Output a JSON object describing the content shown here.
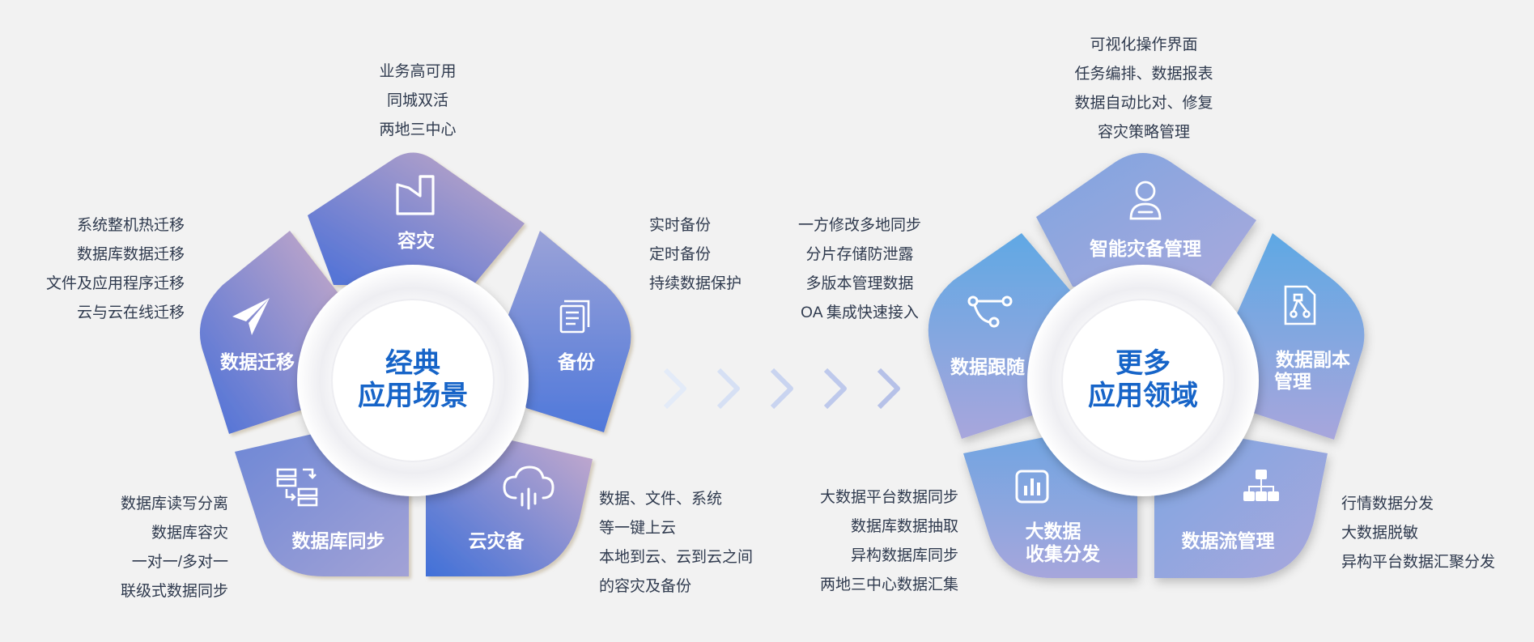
{
  "left": {
    "center_line1": "经典",
    "center_line2": "应用场景",
    "petals": [
      {
        "label": "容灾",
        "icon": "folder-icon"
      },
      {
        "label": "备份",
        "icon": "document-stack-icon"
      },
      {
        "label": "云灾备",
        "icon": "cloud-upload-icon"
      },
      {
        "label": "数据库同步",
        "icon": "database-sync-icon"
      },
      {
        "label": "数据迁移",
        "icon": "paper-plane-icon"
      }
    ],
    "texts": {
      "rongzai": [
        "业务高可用",
        "同城双活",
        "两地三中心"
      ],
      "backup": [
        "实时备份",
        "定时备份",
        "持续数据保护"
      ],
      "cloud": [
        "数据、文件、系统",
        "等一键上云",
        "本地到云、云到云之间",
        "的容灾及备份"
      ],
      "dbsync": [
        "数据库读写分离",
        "数据库容灾",
        "一对一/多对一",
        "联级式数据同步"
      ],
      "migrate": [
        "系统整机热迁移",
        "数据库数据迁移",
        "文件及应用程序迁移",
        "云与云在线迁移"
      ]
    }
  },
  "right": {
    "center_line1": "更多",
    "center_line2": "应用领域",
    "petals": [
      {
        "label": "智能灾备管理",
        "icon": "user-wrench-icon"
      },
      {
        "label1": "数据副本",
        "label2": "管理",
        "icon": "flowchart-document-icon"
      },
      {
        "label": "数据流管理",
        "icon": "hierarchy-icon"
      },
      {
        "label1": "大数据",
        "label2": "收集分发",
        "icon": "bar-chart-icon"
      },
      {
        "label": "数据跟随",
        "icon": "branch-icon"
      }
    ],
    "texts": {
      "smart": [
        "可视化操作界面",
        "任务编排、数据报表",
        "数据自动比对、修复",
        "容灾策略管理"
      ],
      "follow": [
        "一方修改多地同步",
        "分片存储防泄露",
        "多版本管理数据",
        "OA 集成快速接入"
      ],
      "bigdata": [
        "大数据平台数据同步",
        "数据库数据抽取",
        "异构数据库同步",
        "两地三中心数据汇集"
      ],
      "flow": [
        "行情数据分发",
        "大数据脱敏",
        "异构平台数据汇聚分发"
      ]
    }
  },
  "colors": {
    "background": "#f2f2f2",
    "text": "#2f3a4e",
    "center_text": "#1664c8",
    "left_blue": "#4a6fd8",
    "left_pink": "#c4aac8",
    "right_blue": "#5ea3e0",
    "right_lavender": "#a4a8dc"
  }
}
